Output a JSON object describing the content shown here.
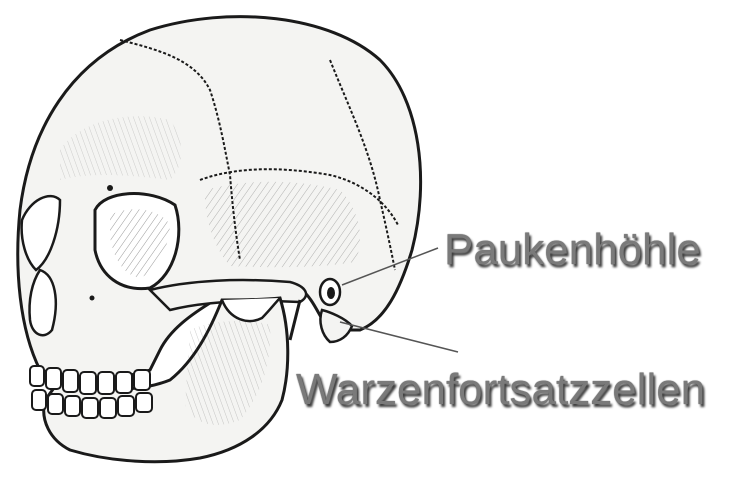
{
  "labels": [
    {
      "text": "Paukenhöhle",
      "target": "tympanic-cavity"
    },
    {
      "text": "Warzenfortsatzzellen",
      "target": "mastoid-cells"
    }
  ],
  "colors": {
    "label_text": "#7a7a7a",
    "label_shadow": "#3d3d3d",
    "line_art": "#1a1a1a",
    "bone_fill": "#f4f4f2",
    "leader": "#555555"
  }
}
